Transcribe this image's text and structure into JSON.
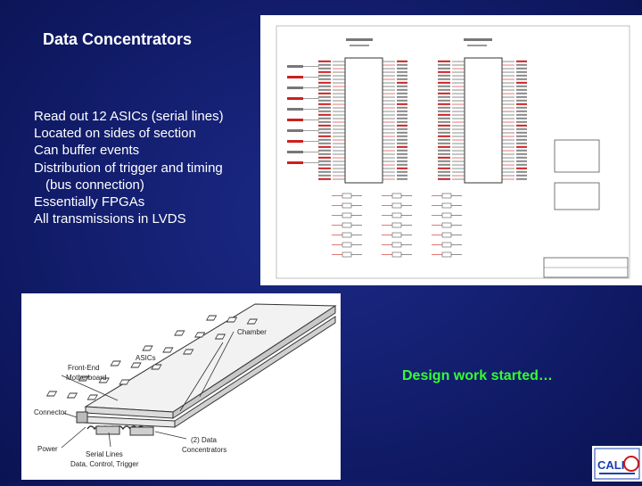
{
  "slide": {
    "title": "Data Concentrators",
    "bullets": [
      {
        "text": "Read out 12 ASICs (serial lines)",
        "indent": false
      },
      {
        "text": "Located on sides of section",
        "indent": false
      },
      {
        "text": "Can buffer events",
        "indent": false
      },
      {
        "text": "Distribution of trigger and timing",
        "indent": false
      },
      {
        "text": "(bus connection)",
        "indent": true
      },
      {
        "text": "Essentially FPGAs",
        "indent": false
      },
      {
        "text": "All transmissions in LVDS",
        "indent": false
      }
    ],
    "status_text": "Design work started…"
  },
  "diagram": {
    "chamber": "Chamber",
    "asics": "ASICs",
    "front_end_1": "Front-End",
    "front_end_2": "Motherboard",
    "connector": "Connector",
    "power": "Power",
    "serial_1": "Serial Lines",
    "serial_2": "Data, Control, Trigger",
    "dc_1": "(2) Data",
    "dc_2": "Concentrators"
  },
  "logo": {
    "text": "CALICE",
    "colors": {
      "blue": "#1a3fb0",
      "red": "#d01818"
    }
  },
  "colors": {
    "background": "#16217a",
    "title": "#ffffff",
    "highlight": "#33ff33",
    "schematic_red": "#cc2020"
  }
}
